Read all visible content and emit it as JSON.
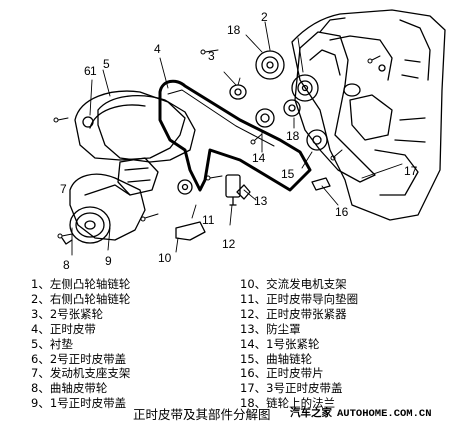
{
  "callouts": [
    "1",
    "2",
    "3",
    "4",
    "5",
    "6",
    "7",
    "8",
    "9",
    "10",
    "11",
    "12",
    "13",
    "14",
    "15",
    "16",
    "17",
    "18",
    "18"
  ],
  "legend_left": [
    "1、左侧凸轮轴链轮",
    "2、右侧凸轮轴链轮",
    "3、2号张紧轮",
    "4、正时皮带",
    "5、衬垫",
    "6、2号正时皮带盖",
    "7、发动机支座支架",
    "8、曲轴皮带轮",
    "9、1号正时皮带盖"
  ],
  "legend_right": [
    "10、交流发电机支架",
    "11、正时皮带导向垫圈",
    "12、正时皮带张紧器",
    "13、防尘罩",
    "14、1号张紧轮",
    "15、曲轴链轮",
    "16、正时皮带片",
    "17、3号正时皮带盖",
    "18、链轮上的法兰"
  ],
  "caption": "正时皮带及其部件分解图",
  "watermark_cn": "汽车之家",
  "watermark_en": "AUTOHOME.COM.CN"
}
